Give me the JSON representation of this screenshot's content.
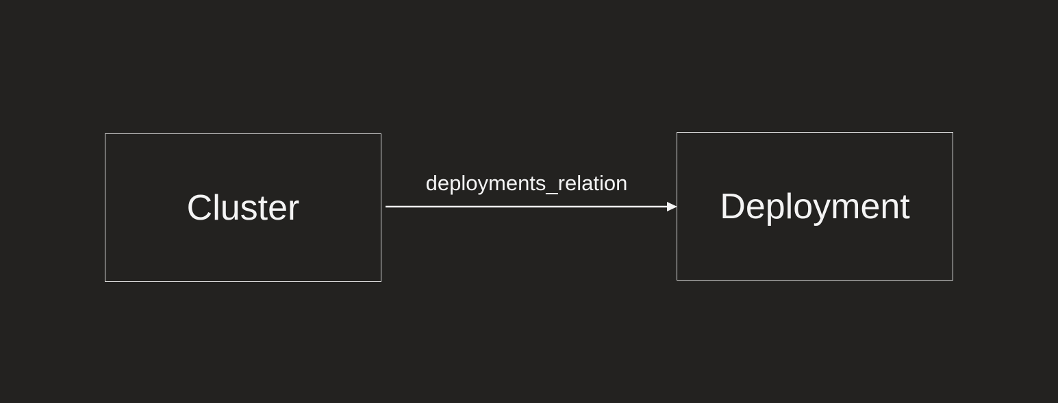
{
  "diagram": {
    "nodes": [
      {
        "id": "cluster",
        "label": "Cluster"
      },
      {
        "id": "deployment",
        "label": "Deployment"
      }
    ],
    "edges": [
      {
        "from": "cluster",
        "to": "deployment",
        "label": "deployments_relation"
      }
    ]
  },
  "colors": {
    "background": "#232220",
    "stroke": "#d8d8d8",
    "text": "#f4f4f4"
  }
}
